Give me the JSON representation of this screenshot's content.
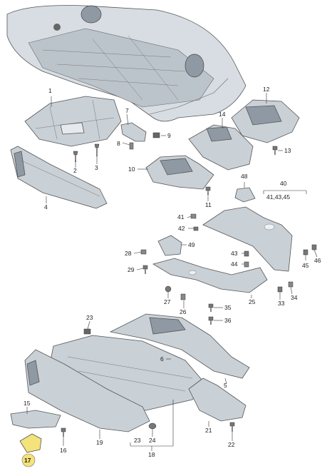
{
  "diagram": {
    "labels": [
      {
        "id": "1",
        "text": "1"
      },
      {
        "id": "2",
        "text": "2"
      },
      {
        "id": "3",
        "text": "3"
      },
      {
        "id": "4",
        "text": "4"
      },
      {
        "id": "5",
        "text": "5"
      },
      {
        "id": "6",
        "text": "6"
      },
      {
        "id": "7",
        "text": "7"
      },
      {
        "id": "8",
        "text": "8"
      },
      {
        "id": "9",
        "text": "9"
      },
      {
        "id": "10",
        "text": "10"
      },
      {
        "id": "11",
        "text": "11"
      },
      {
        "id": "12",
        "text": "12"
      },
      {
        "id": "13",
        "text": "13"
      },
      {
        "id": "14",
        "text": "14"
      },
      {
        "id": "15",
        "text": "15"
      },
      {
        "id": "16",
        "text": "16"
      },
      {
        "id": "17",
        "text": "17"
      },
      {
        "id": "18",
        "text": "18"
      },
      {
        "id": "19",
        "text": "19"
      },
      {
        "id": "21",
        "text": "21"
      },
      {
        "id": "22",
        "text": "22"
      },
      {
        "id": "23a",
        "text": "23"
      },
      {
        "id": "23b",
        "text": "23"
      },
      {
        "id": "24",
        "text": "24"
      },
      {
        "id": "25",
        "text": "25"
      },
      {
        "id": "26",
        "text": "26"
      },
      {
        "id": "27",
        "text": "27"
      },
      {
        "id": "28",
        "text": "28"
      },
      {
        "id": "29",
        "text": "29"
      },
      {
        "id": "33",
        "text": "33"
      },
      {
        "id": "34",
        "text": "34"
      },
      {
        "id": "35",
        "text": "35"
      },
      {
        "id": "36",
        "text": "36"
      },
      {
        "id": "40",
        "text": "40"
      },
      {
        "id": "41-43-45",
        "text": "41,43,45"
      },
      {
        "id": "41",
        "text": "41"
      },
      {
        "id": "42",
        "text": "42"
      },
      {
        "id": "43",
        "text": "43"
      },
      {
        "id": "44",
        "text": "44"
      },
      {
        "id": "45",
        "text": "45"
      },
      {
        "id": "46",
        "text": "46"
      },
      {
        "id": "48",
        "text": "48"
      },
      {
        "id": "49",
        "text": "49"
      }
    ],
    "highlight_color": "#f4e27a"
  }
}
